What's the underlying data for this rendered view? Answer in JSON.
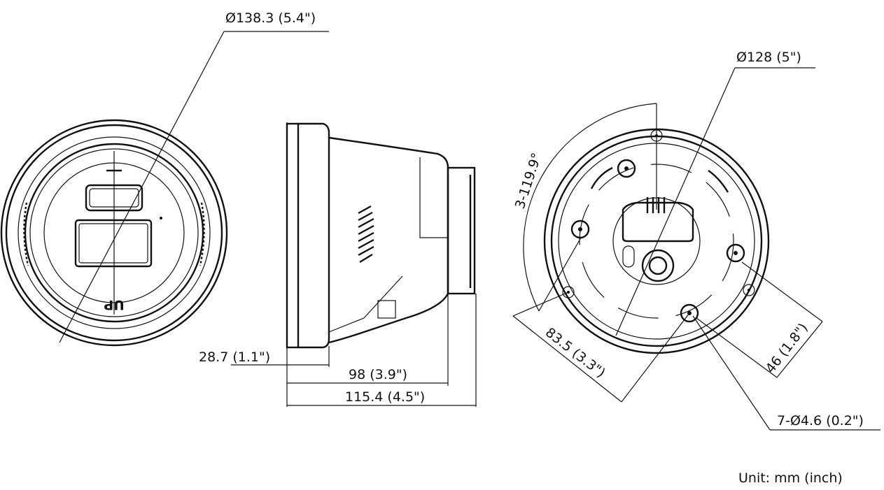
{
  "front_view": {
    "diameter_label": "Ø138.3 (5.4\")",
    "logo_text": "UP"
  },
  "side_view": {
    "depth_front_label": "28.7 (1.1\")",
    "depth_body_label": "98 (3.9\")",
    "depth_total_label": "115.4 (4.5\")"
  },
  "base_view": {
    "diameter_label": "Ø128 (5\")",
    "angle_label": "3-119.9°",
    "hole_spacing_label": "83.5 (3.3\")",
    "hole_offset_label": "46 (1.8\")",
    "hole_count_label": "7-Ø4.6 (0.2\")"
  },
  "unit_note": "Unit: mm (inch)"
}
